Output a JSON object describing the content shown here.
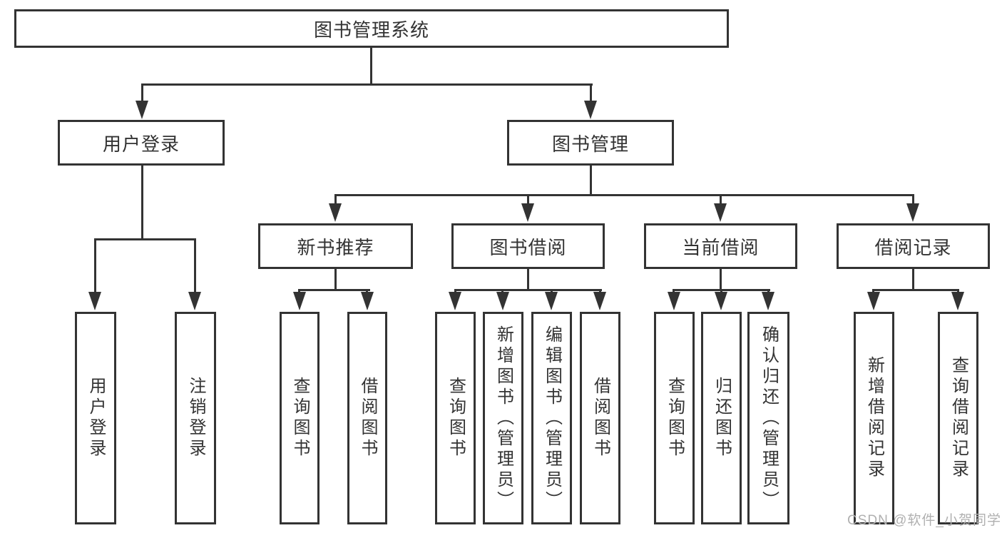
{
  "diagram": {
    "title": "图书管理系统",
    "nodes": {
      "root": "图书管理系统",
      "user_login": "用户登录",
      "book_mgmt": "图书管理",
      "new_book_rec": "新书推荐",
      "book_borrow": "图书借阅",
      "current_borrow": "当前借阅",
      "borrow_record": "借阅记录",
      "leaf_user_login": "用户登录",
      "leaf_logout": "注销登录",
      "leaf_query_book_1": "查询图书",
      "leaf_borrow_book_1": "借阅图书",
      "leaf_query_book_2": "查询图书",
      "leaf_add_book_admin": "新增图书（管理员）",
      "leaf_edit_book_admin": "编辑图书（管理员）",
      "leaf_borrow_book_2": "借阅图书",
      "leaf_query_book_3": "查询图书",
      "leaf_return_book": "归还图书",
      "leaf_confirm_return_admin": "确认归还（管理员）",
      "leaf_add_borrow_record": "新增借阅记录",
      "leaf_query_borrow_record": "查询借阅记录"
    },
    "colors": {
      "line": "#333333",
      "box_background": "#ffffff",
      "text": "#333333",
      "watermark": "#b0b0b0"
    }
  },
  "watermark": "CSDN @软件_小贺同学"
}
